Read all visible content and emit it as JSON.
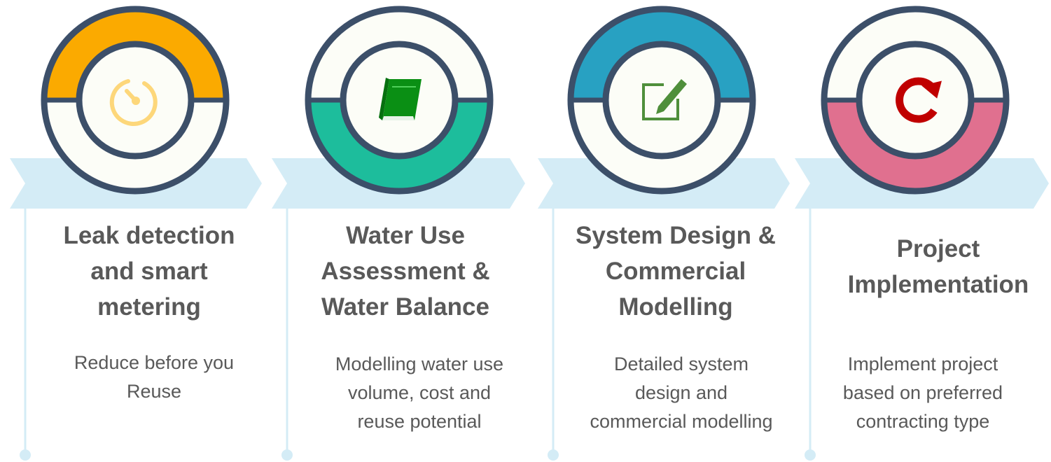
{
  "steps": [
    {
      "title": "Leak detection\nand smart\nmetering",
      "description": "Reduce before you\nReuse",
      "accent_color": "#fbaa00",
      "accent_half": "top",
      "icon": "stopwatch-icon",
      "icon_color": "#fdd77a"
    },
    {
      "title": "Water Use\nAssessment &\nWater Balance",
      "description": "Modelling water use\nvolume, cost and\nreuse potential",
      "accent_color": "#1dbd9c",
      "accent_half": "bottom",
      "icon": "book-icon",
      "icon_color": "#0a8f14"
    },
    {
      "title": "System Design &\nCommercial\nModelling",
      "description": "Detailed system\ndesign and\ncommercial modelling",
      "accent_color": "#28a1c2",
      "accent_half": "top",
      "icon": "edit-icon",
      "icon_color": "#4f8f3b"
    },
    {
      "title": "Project\nImplementation",
      "description": "Implement project\nbased on preferred\ncontracting type",
      "accent_color": "#e0708f",
      "accent_half": "bottom",
      "icon": "refresh-icon",
      "icon_color": "#c00000"
    }
  ],
  "colors": {
    "ring_outline": "#3c4f69",
    "ring_fill": "#fcfdf7",
    "arrow_band": "#d4ecf6",
    "timeline": "#d4ecf6",
    "text": "#595959"
  }
}
